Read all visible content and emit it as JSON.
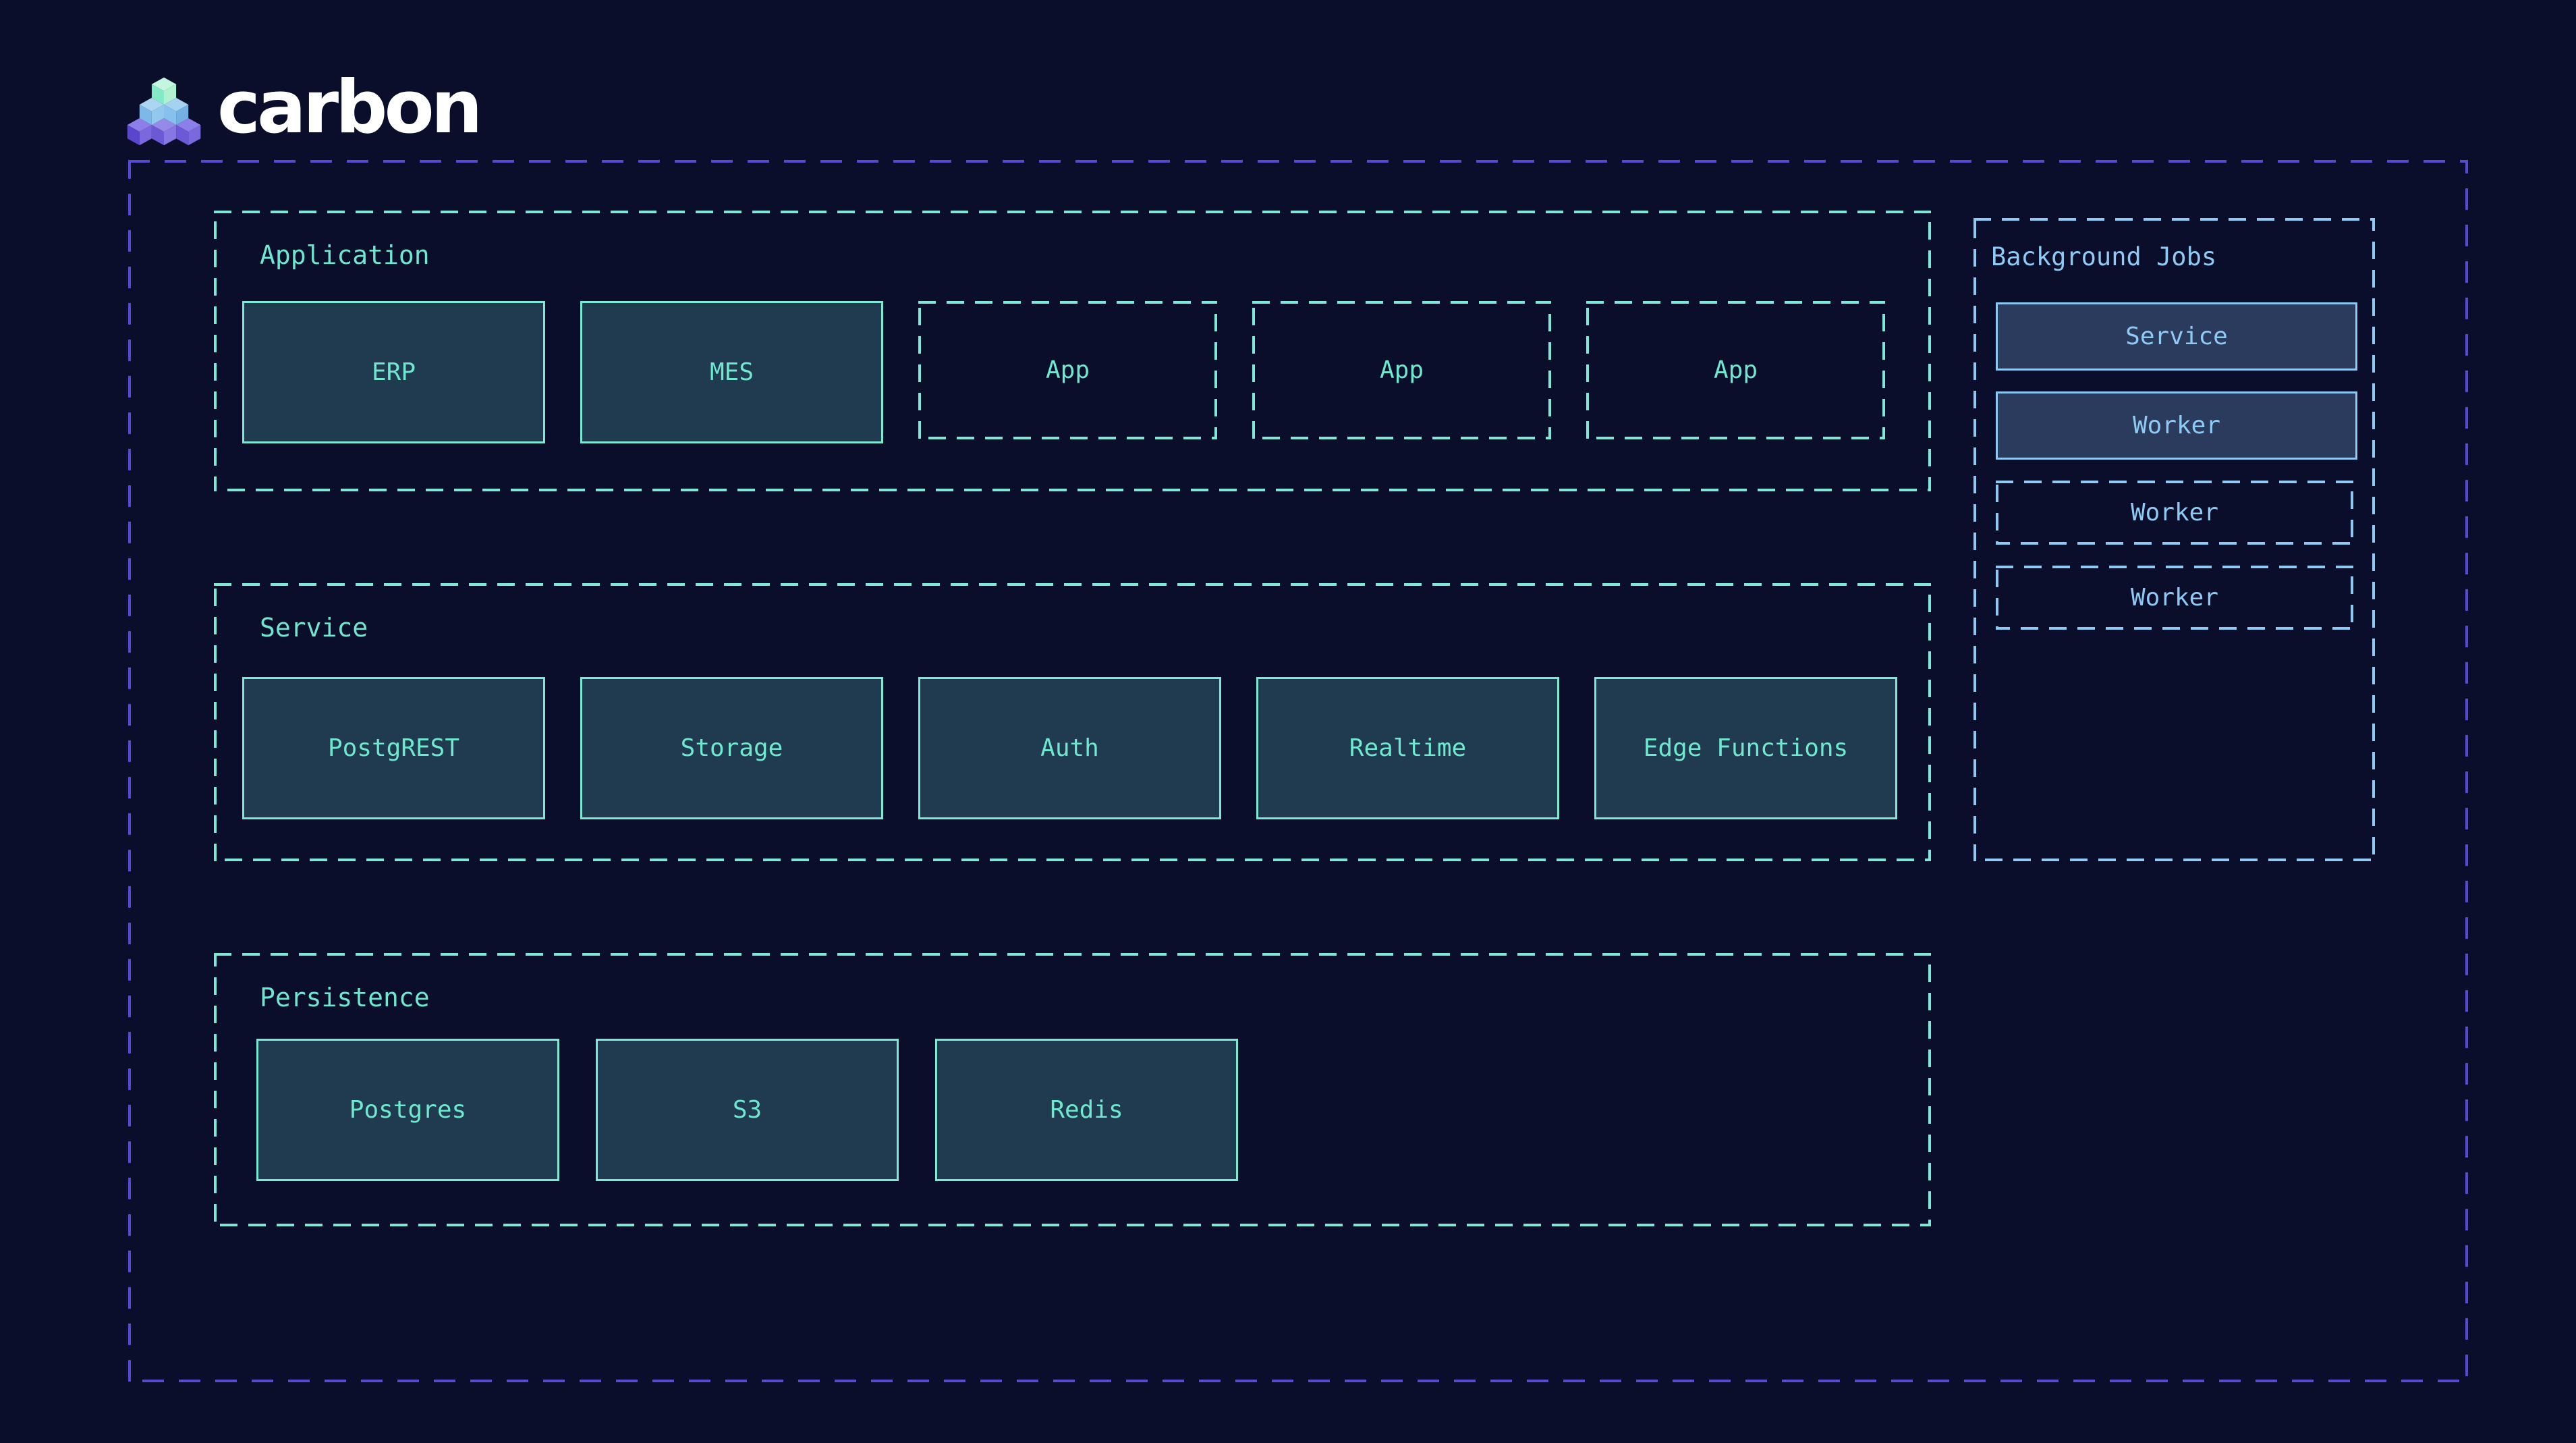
{
  "logo": {
    "brand": "carbon",
    "icon": "isometric-cube-stack"
  },
  "colors": {
    "background": "#0a0e2a",
    "outer_boundary_dash": "#5948d0",
    "teal_border": "#7de9d3",
    "teal_text": "#6ee8cf",
    "teal_box_fill": "#203a50",
    "blue_border": "#8ecaf3",
    "blue_text": "#8ecaf3",
    "blue_box_fill": "#2a3b5e",
    "wordmark": "#ffffff"
  },
  "diagram": {
    "sections": [
      {
        "id": "application",
        "label": "Application",
        "boxes": [
          {
            "label": "ERP",
            "variant": "solid"
          },
          {
            "label": "MES",
            "variant": "solid"
          },
          {
            "label": "App",
            "variant": "dashed"
          },
          {
            "label": "App",
            "variant": "dashed"
          },
          {
            "label": "App",
            "variant": "dashed"
          }
        ]
      },
      {
        "id": "service",
        "label": "Service",
        "boxes": [
          {
            "label": "PostgREST",
            "variant": "solid"
          },
          {
            "label": "Storage",
            "variant": "solid"
          },
          {
            "label": "Auth",
            "variant": "solid"
          },
          {
            "label": "Realtime",
            "variant": "solid"
          },
          {
            "label": "Edge Functions",
            "variant": "solid"
          }
        ]
      },
      {
        "id": "persistence",
        "label": "Persistence",
        "boxes": [
          {
            "label": "Postgres",
            "variant": "solid"
          },
          {
            "label": "S3",
            "variant": "solid"
          },
          {
            "label": "Redis",
            "variant": "solid"
          }
        ]
      }
    ],
    "background_jobs": {
      "label": "Background Jobs",
      "items": [
        {
          "label": "Service",
          "variant": "solid"
        },
        {
          "label": "Worker",
          "variant": "solid"
        },
        {
          "label": "Worker",
          "variant": "dashed"
        },
        {
          "label": "Worker",
          "variant": "dashed"
        }
      ]
    }
  }
}
